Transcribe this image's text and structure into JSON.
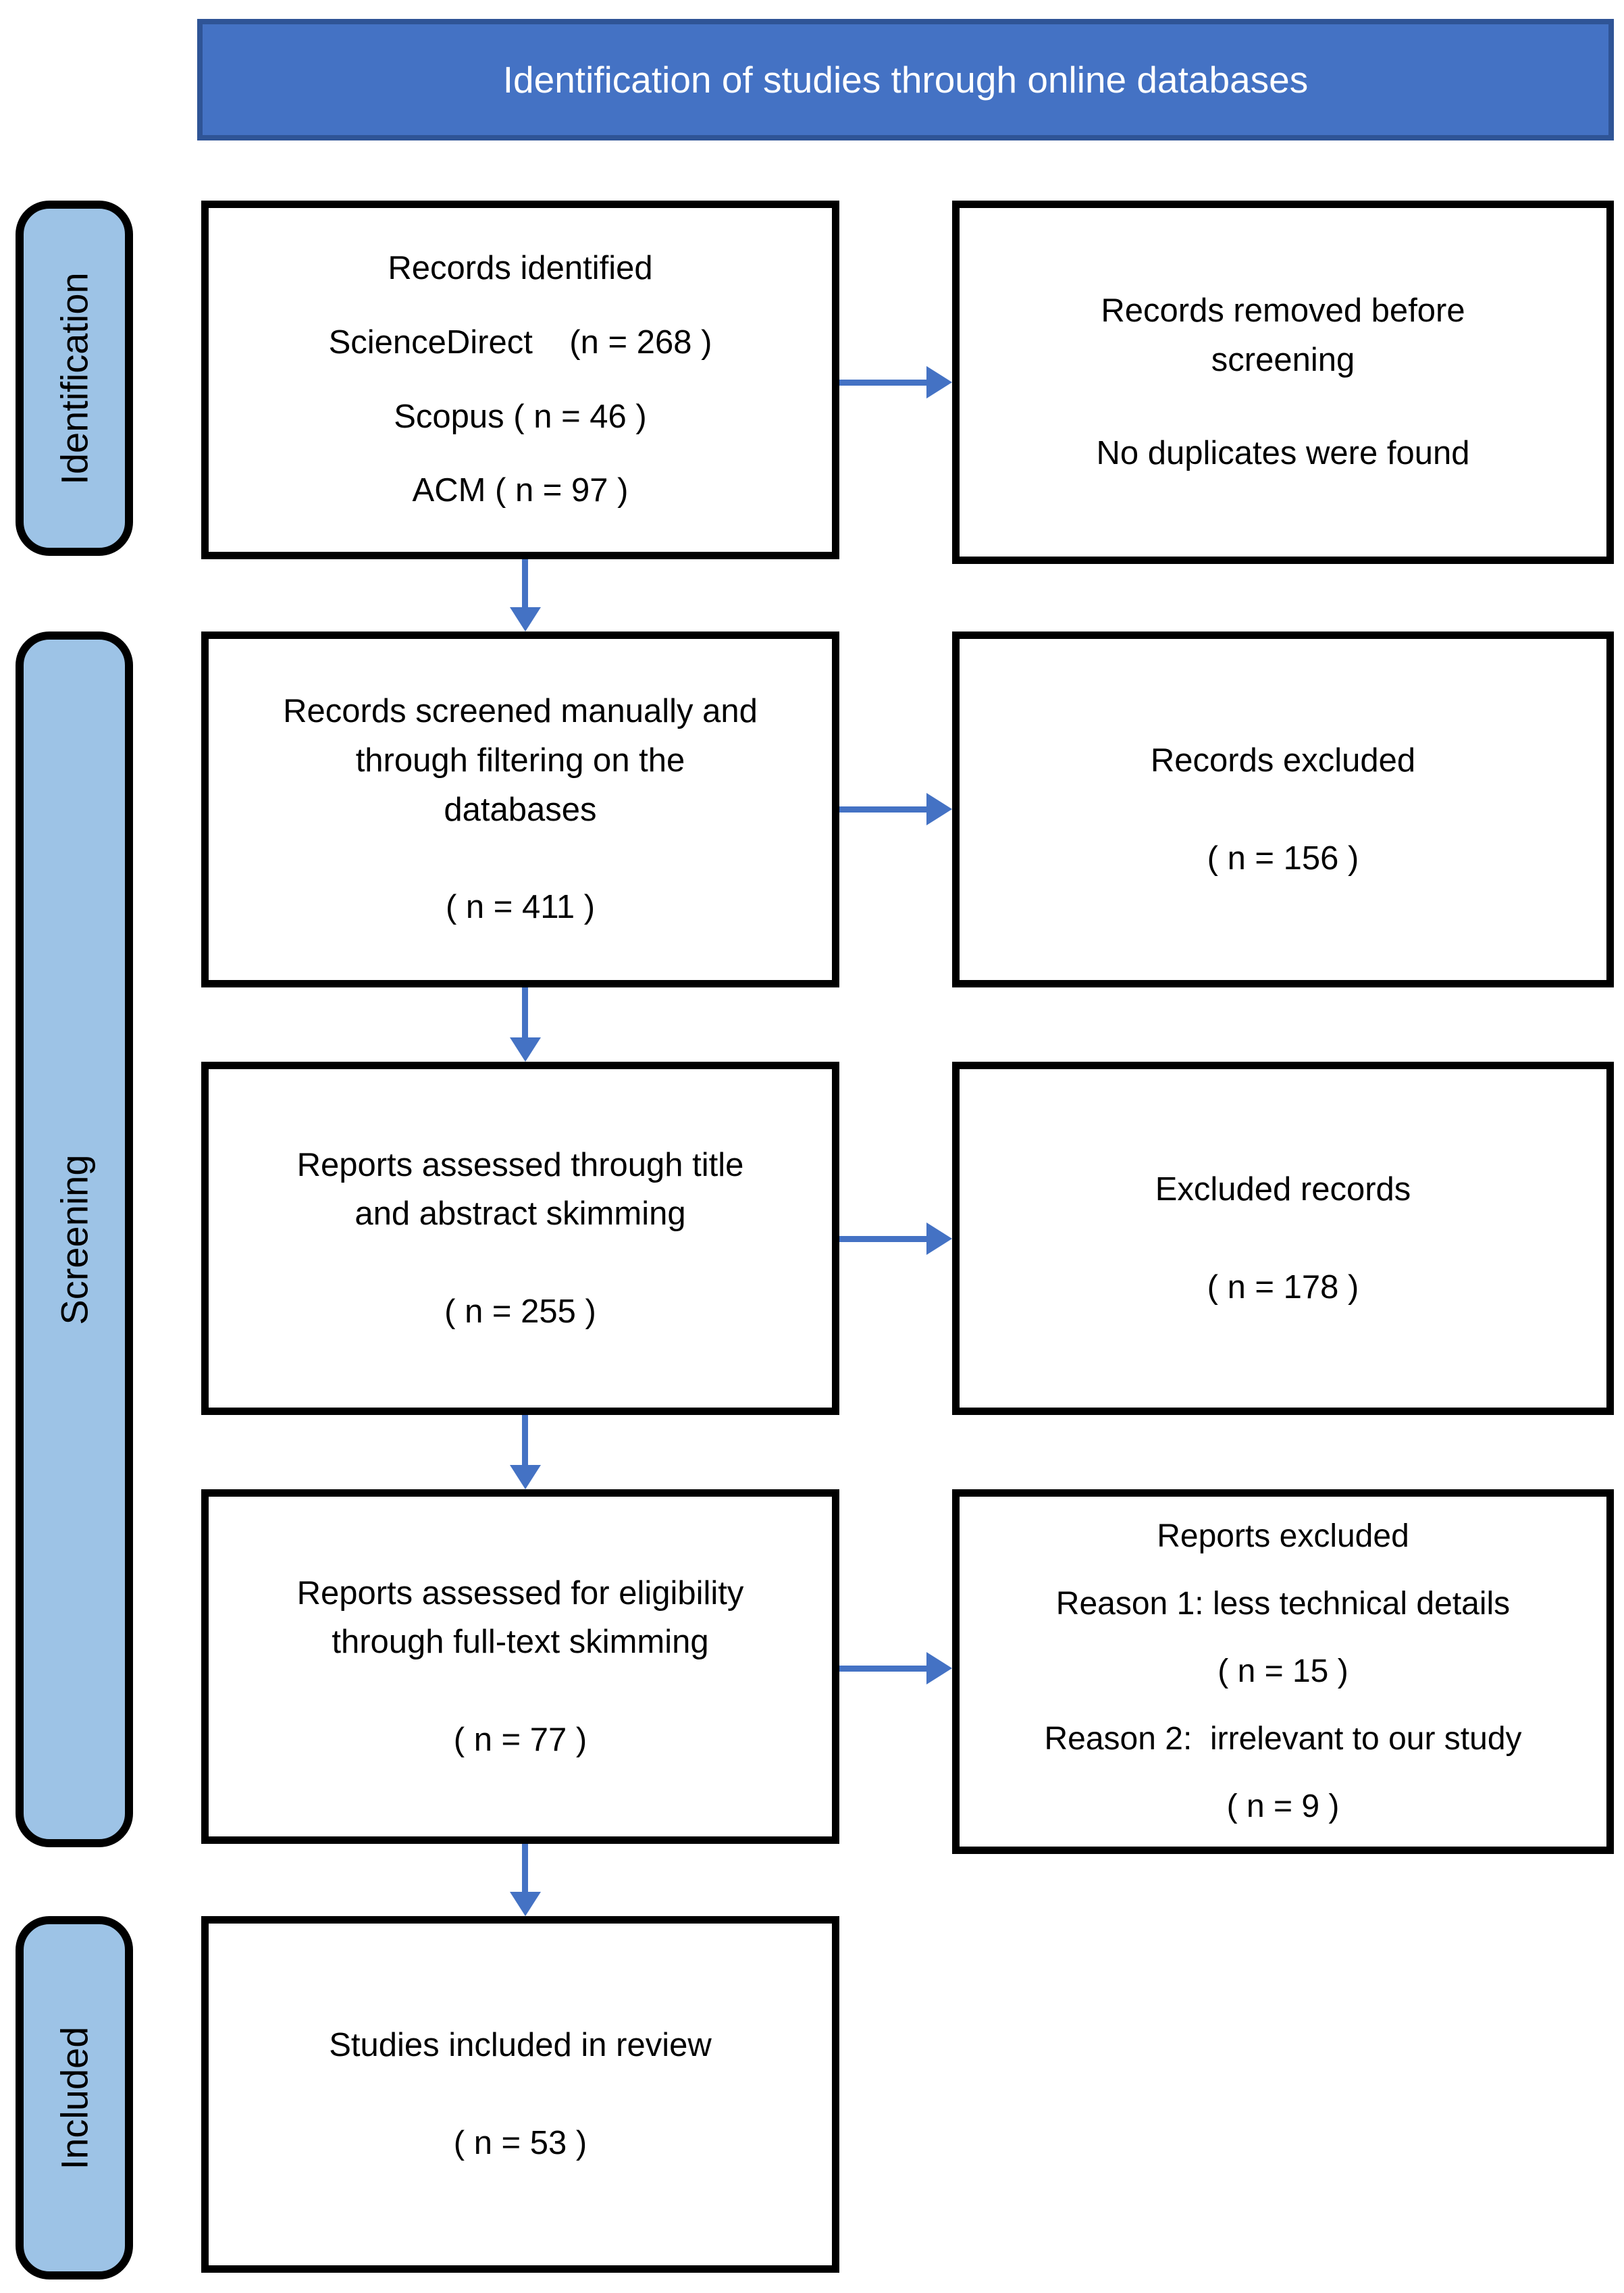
{
  "header": {
    "title": "Identification of studies through online databases"
  },
  "stages": {
    "identification": {
      "label": "Identification"
    },
    "screening": {
      "label": "Screening"
    },
    "included": {
      "label": "Included"
    }
  },
  "boxes": {
    "records_identified": {
      "text": "Records identified\nScienceDirect    (n = 268 )\nScopus ( n = 46 )\nACM ( n = 97 )"
    },
    "records_removed": {
      "body": "Records removed before\nscreening",
      "note": "No duplicates were found"
    },
    "records_screened": {
      "body": "Records screened manually and\nthrough filtering on the\ndatabases",
      "count": "( n = 411 )"
    },
    "records_excluded": {
      "body": "Records excluded",
      "count": "( n = 156 )"
    },
    "reports_title_abstract": {
      "body": "Reports assessed through title\nand abstract skimming",
      "count": "( n = 255 )"
    },
    "excluded_records": {
      "body": "Excluded records",
      "count": "( n = 178 )"
    },
    "reports_eligibility": {
      "body": "Reports assessed for eligibility\nthrough full-text skimming",
      "count": "( n = 77 )"
    },
    "reports_excluded": {
      "text": "Reports excluded\nReason 1: less technical details\n( n = 15 )\nReason 2:  irrelevant to our study\n( n = 9 )"
    },
    "studies_included": {
      "body": "Studies included in review",
      "count": "( n = 53 )"
    }
  },
  "colors": {
    "header_fill": "#4472C4",
    "header_border": "#2F5496",
    "title_text": "#FFFFFF",
    "stage_fill": "#9DC3E6",
    "stage_border": "#000000",
    "box_border": "#000000",
    "arrow": "#4472C4",
    "text": "#000000"
  }
}
